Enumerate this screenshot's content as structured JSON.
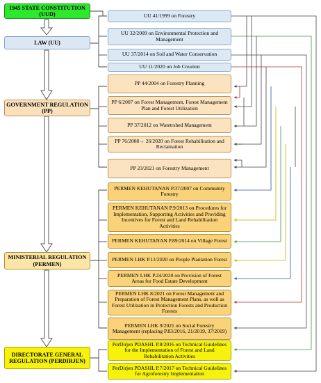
{
  "levels": {
    "uud": "1945 STATE CONSTITUTION (UUD)",
    "uu": "LAW (UU)",
    "pp": "GOVERNMENT REGULATION (PP)",
    "permen": "MINISTERIAL REGULATION (PERMEN)",
    "perdirjen": "DIRECTORATE GENERAL REGULATION (PERDIRJEN)"
  },
  "laws": [
    "UU 41/1999 on Forestry",
    "UU 32/2009 on Environmental Protection and Management",
    "UU 37/2014 on Soil and Water Conservation",
    "UU 11/2020 on Job Creation"
  ],
  "government_regulations": [
    "PP 44/2004 on Forestry Planning",
    "PP 6/2007 on Forest Management, Forest Management Plan and Forest Utilization",
    "PP 37/2012 on Watetrshed Management",
    "PP 76/2008→ 26/2020 on Forest Rehabilitation and Reclamation",
    "PP 23/2021 on Forestry Management"
  ],
  "ministerial_regulations": [
    "PERMEN KEHUTANAN P.37/2007 on Community Forestry",
    "PERMEN KEHUTANAN P.9/2013 on Procedures for Implementation, Supporting Activities and Providing Incentives for Forest and Land Rehabilitation Activities",
    "PERMEN KEHUTANAN P.89/2014 on Village Forest",
    "PERMEN LHK P.11/2020 on People Plantation Forest",
    "PERMEN LHK P.24/2020 on Provision of Forest Areas for Food Estate Development",
    "PERMEN LHK 8/2021 on Forest Management and Preparation of Forest Management Plans, as well as Forest Utilization in Protection Forests and Production Forests",
    "PERMEN LHK 9/2021 on Social Forestry Management (replacing P.83/2016, 21/2019, 37/2019)"
  ],
  "director_regulations": [
    "PerDirjen PDASHL P.8/2016 on Technical Guidelines for the Implementation of Forest and Land Rehabilitation Activities",
    "PerDirjen PDASHL P.7/2017 on Technical Guidelines for Agroforestry Implementation"
  ],
  "colors": {
    "law_box": "#dce9f4",
    "pp_box": "#fbe3bf",
    "permen_box": "#f9d27a",
    "perdirjen_box": "#f6f20c",
    "uud_box": "#2ee82e",
    "arrow_blue": "#2f55a4",
    "arrow_green": "#3a9a3a",
    "arrow_yellow": "#c9b400",
    "arrow_red": "#b03030",
    "arrow_gray": "#555555"
  }
}
